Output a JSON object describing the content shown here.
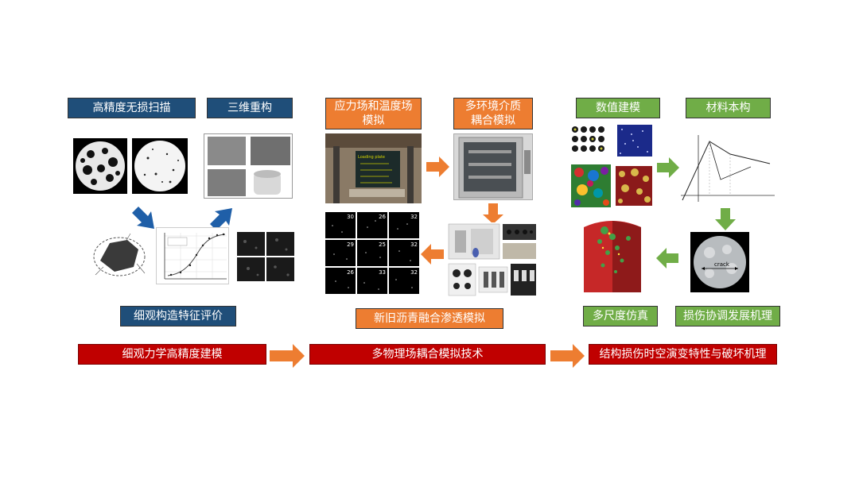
{
  "colors": {
    "blue": "#1f4e79",
    "orange": "#ed7d31",
    "green": "#70ad47",
    "red": "#c00000",
    "arrow_blue": "#1f5fa8",
    "arrow_orange": "#ed7d31",
    "arrow_green": "#70ad47"
  },
  "left": {
    "scan": "高精度无损扫描",
    "recon": "三维重构",
    "eval": "细观构造特征评价",
    "footer": "细观力学高精度建模"
  },
  "middle": {
    "stress_temp": "应力场和温度场模拟",
    "multi_env": "多环境介质耦合模拟",
    "old_new": "新旧沥青融合渗透模拟",
    "footer": "多物理场耦合模拟技术"
  },
  "right": {
    "numeric": "数值建模",
    "constitutive": "材料本构",
    "multiscale": "多尺度仿真",
    "damage": "损伤协调发展机理",
    "footer": "结构损伤时空演变特性与破坏机理"
  },
  "figure_text": {
    "crack": "crack",
    "heat_sign": "Loading plate",
    "grid_numbers": [
      "30",
      "26",
      "32",
      "29",
      "25",
      "32",
      "26",
      "33",
      "32"
    ]
  }
}
